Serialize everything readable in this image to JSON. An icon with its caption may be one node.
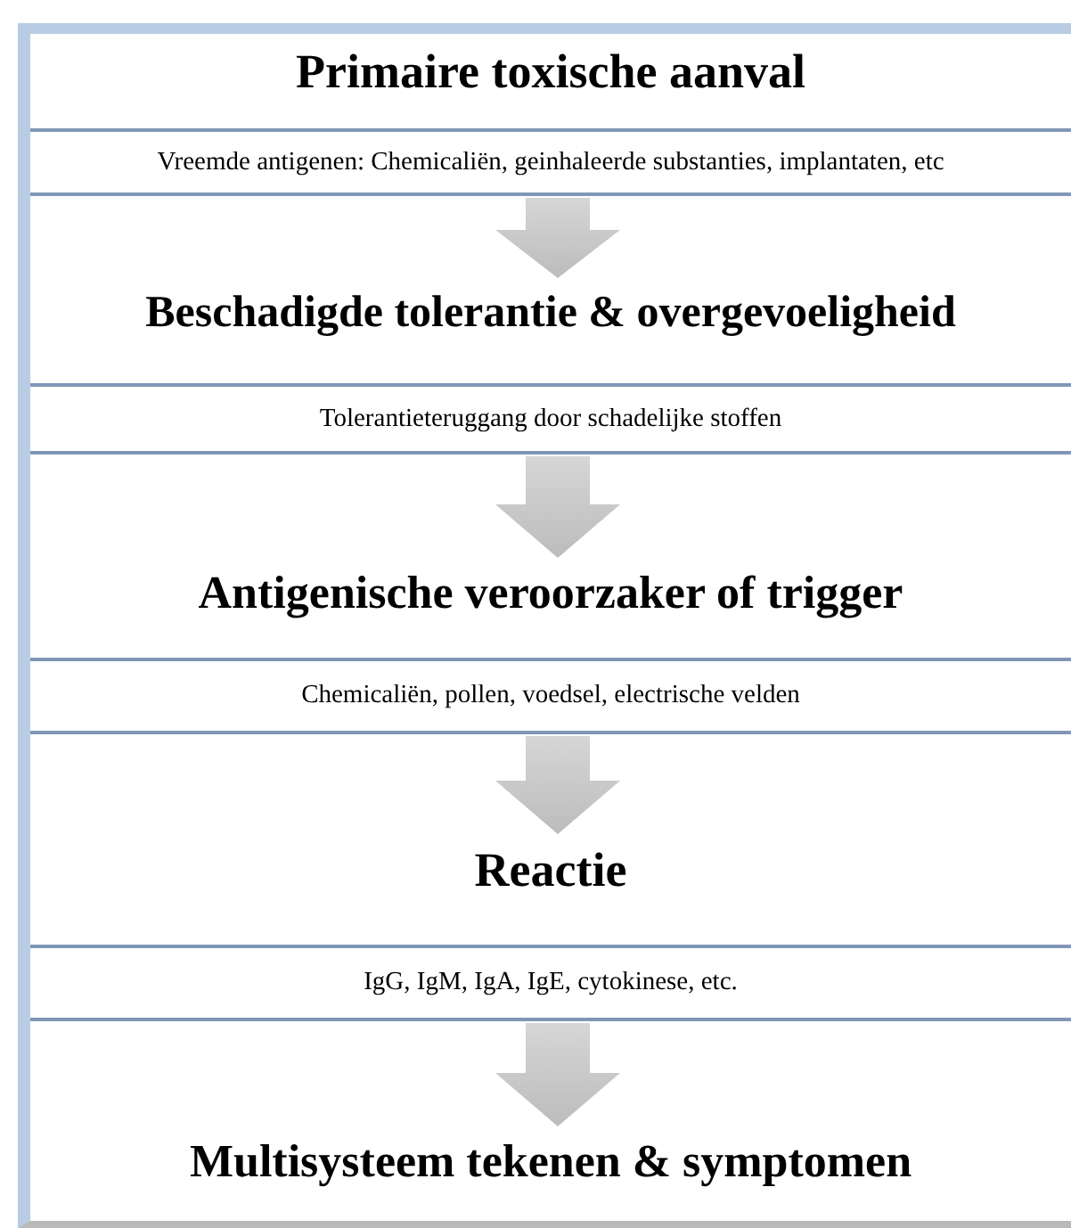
{
  "diagram": {
    "nodes": [
      {
        "text": [
          "Primaire toxische aanval"
        ]
      },
      {
        "text": [
          "Vreemde antigenen: Chemicaliën, geinhaleerde substanties, implantaten, etc"
        ]
      },
      {
        "text": [
          "Beschadigde tolerantie & overgevoeligheid"
        ]
      },
      {
        "text": [
          "Tolerantieteruggang door schadelijke stoffen"
        ]
      },
      {
        "text": [
          "Antigenische veroorzaker of trigger"
        ]
      },
      {
        "text": [
          "Chemicaliën, pollen, voedsel, electrische velden"
        ]
      },
      {
        "text": [
          "Reactie"
        ]
      },
      {
        "text": [
          "IgG, IgM, IgA, IgE, cytokinese, etc."
        ]
      },
      {
        "text": [
          "Multisysteem tekenen & symptomen"
        ]
      }
    ],
    "edges": [
      {
        "from": 1,
        "to": 2,
        "arrow": "to"
      },
      {
        "from": 3,
        "to": 4,
        "arrow": "to"
      },
      {
        "from": 5,
        "to": 6,
        "arrow": "to"
      },
      {
        "from": 7,
        "to": 8,
        "arrow": "to"
      }
    ]
  }
}
